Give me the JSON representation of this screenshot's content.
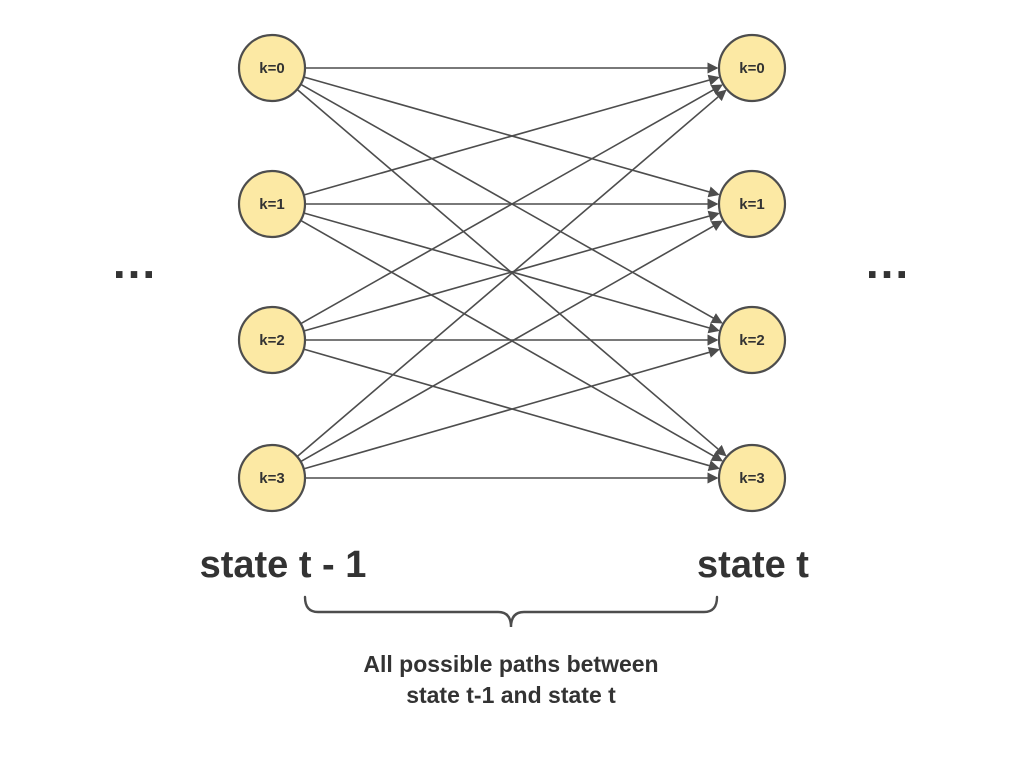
{
  "diagram": {
    "left_column": {
      "ellipsis": "...",
      "axis_label": "state t - 1",
      "nodes": [
        {
          "label": "k=0"
        },
        {
          "label": "k=1"
        },
        {
          "label": "k=2"
        },
        {
          "label": "k=3"
        }
      ]
    },
    "right_column": {
      "ellipsis": "...",
      "axis_label": "state t",
      "nodes": [
        {
          "label": "k=0"
        },
        {
          "label": "k=1"
        },
        {
          "label": "k=2"
        },
        {
          "label": "k=3"
        }
      ]
    },
    "caption": {
      "line1": "All possible paths between",
      "line2": "state t-1 and state t"
    }
  },
  "colors": {
    "background": "#FFFFFF",
    "node_fill": "#FCE9A4",
    "node_stroke": "#4D4D4D",
    "edge": "#4D4D4D",
    "text": "#333333"
  }
}
